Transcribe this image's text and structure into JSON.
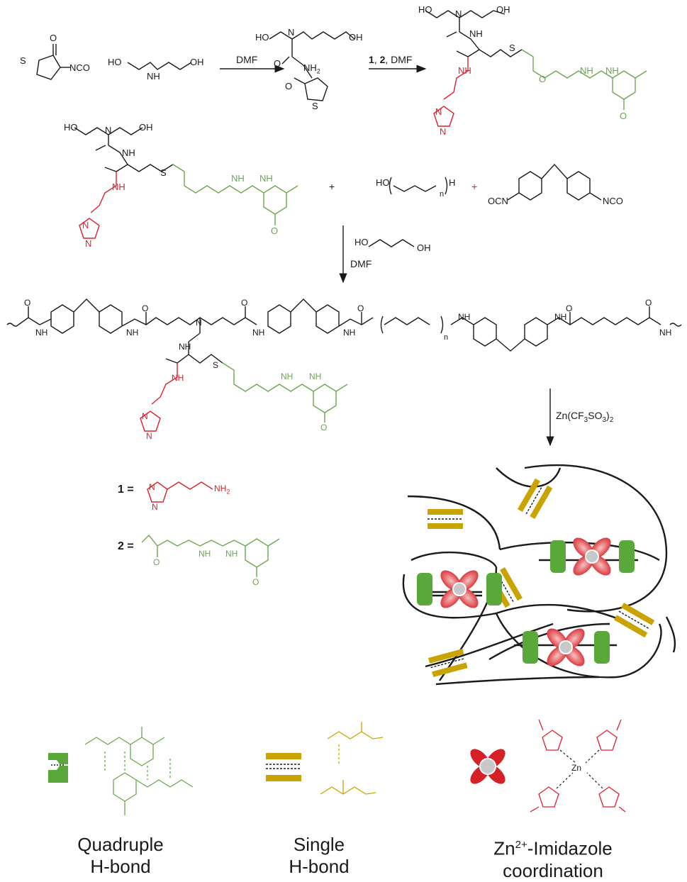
{
  "scheme": {
    "step1_reagent": "DMF",
    "step2_reagent": "1, 2, DMF",
    "step2_bold_1": "1",
    "step2_bold_2": "2",
    "step2_rest": ", DMF",
    "step3_reagent": "DMF",
    "step4_reagent": "Zn(CF3SO3)2",
    "step4_parts": {
      "a": "Zn(CF",
      "sub1": "3",
      "b": "SO",
      "sub2": "3",
      "c": ")",
      "sub3": "2"
    },
    "plus": "+"
  },
  "atoms": {
    "nco": "NCO",
    "ocn": "OCN",
    "ho": "HO",
    "oh": "OH",
    "nh": "NH",
    "nh2": "NH",
    "n": "N",
    "o": "O",
    "s": "S",
    "h": "H",
    "n_sub": "n"
  },
  "structures": {
    "label_1": "1 =",
    "label_2": "2 ="
  },
  "legend": {
    "quadruple": {
      "line1": "Quadruple",
      "line2": "H-bond"
    },
    "single": {
      "line1": "Single",
      "line2": "H-bond"
    },
    "zn": {
      "line1_a": "Zn",
      "line1_sup": "2+",
      "line1_b": "-Imidazole",
      "line2": "coordination"
    }
  },
  "colors": {
    "black": "#1a1a1a",
    "red": "#e0202a",
    "green": "#6aa84f",
    "gold": "#c9a400",
    "quad_block": "#5aa83a",
    "single_bar": "#c9a400",
    "zn_petal": "#d42026",
    "zn_center": "#c8c8c8"
  }
}
